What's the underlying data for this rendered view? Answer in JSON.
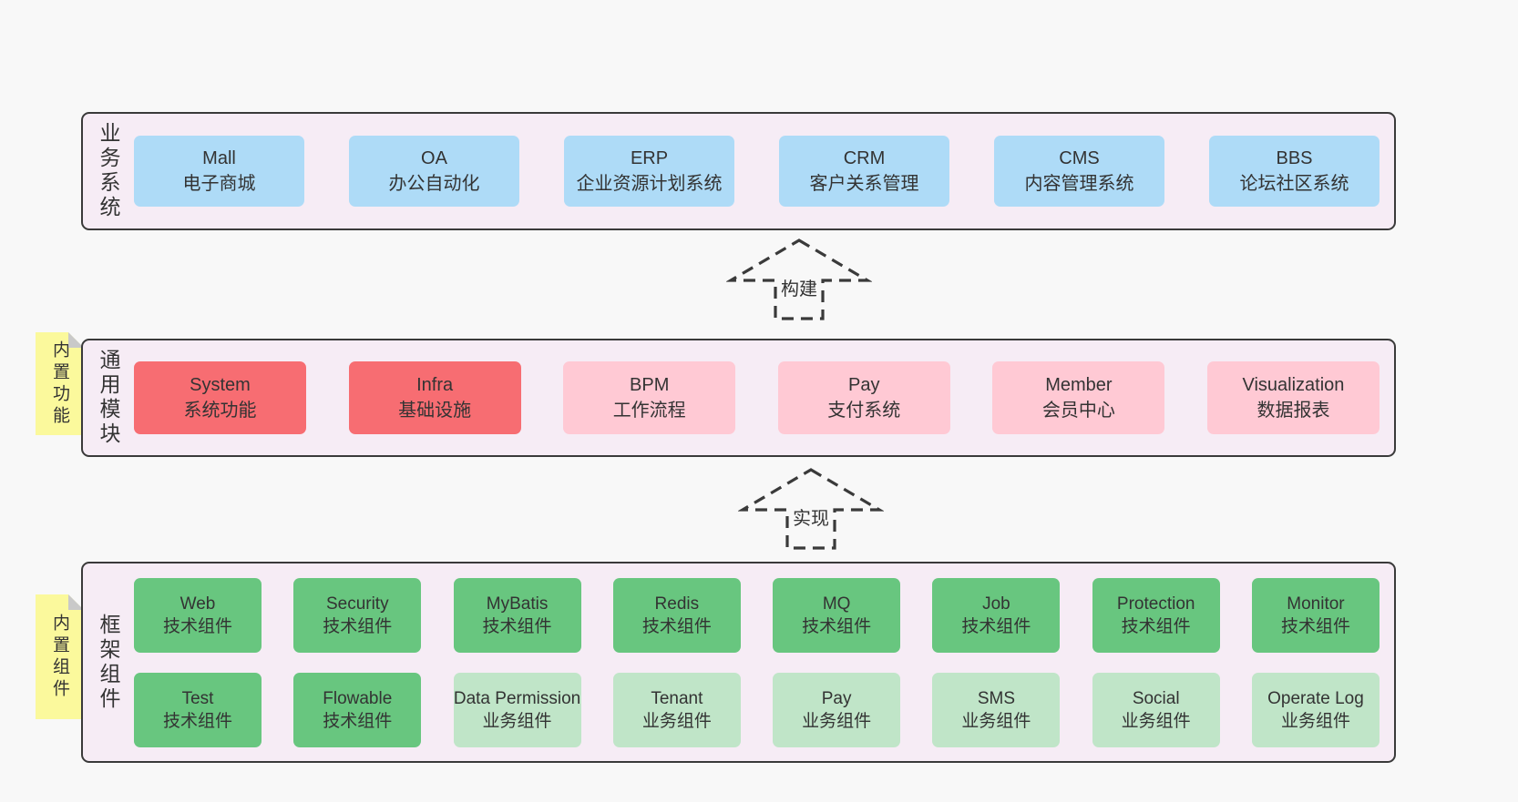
{
  "palette": {
    "page-bg": "#f8f8f8",
    "panel-bg": "#f6ecf5",
    "panel-border": "#3a3a3a",
    "blue": "#aedbf7",
    "red": "#f76d72",
    "pink": "#ffc9d4",
    "green": "#68c67f",
    "lightgreen": "#c0e5c8",
    "note-bg": "#fbf99c",
    "note-fold": "#c9c9c9",
    "text": "#333333"
  },
  "notes": {
    "modules": "内置功能",
    "components": "内置组件"
  },
  "arrows": [
    {
      "label": "构建"
    },
    {
      "label": "实现"
    }
  ],
  "layers": {
    "business": {
      "label": "业务系统",
      "boxes": [
        {
          "name": "Mall",
          "desc": "电子商城",
          "variant": "blue"
        },
        {
          "name": "OA",
          "desc": "办公自动化",
          "variant": "blue"
        },
        {
          "name": "ERP",
          "desc": "企业资源计划系统",
          "variant": "blue"
        },
        {
          "name": "CRM",
          "desc": "客户关系管理",
          "variant": "blue"
        },
        {
          "name": "CMS",
          "desc": "内容管理系统",
          "variant": "blue"
        },
        {
          "name": "BBS",
          "desc": "论坛社区系统",
          "variant": "blue"
        }
      ]
    },
    "modules": {
      "label": "通用模块",
      "boxes": [
        {
          "name": "System",
          "desc": "系统功能",
          "variant": "red"
        },
        {
          "name": "Infra",
          "desc": "基础设施",
          "variant": "red"
        },
        {
          "name": "BPM",
          "desc": "工作流程",
          "variant": "pink"
        },
        {
          "name": "Pay",
          "desc": "支付系统",
          "variant": "pink"
        },
        {
          "name": "Member",
          "desc": "会员中心",
          "variant": "pink"
        },
        {
          "name": "Visualization",
          "desc": "数据报表",
          "variant": "pink"
        }
      ]
    },
    "components": {
      "label": "框架组件",
      "rows": [
        [
          {
            "name": "Web",
            "desc": "技术组件",
            "variant": "green"
          },
          {
            "name": "Security",
            "desc": "技术组件",
            "variant": "green"
          },
          {
            "name": "MyBatis",
            "desc": "技术组件",
            "variant": "green"
          },
          {
            "name": "Redis",
            "desc": "技术组件",
            "variant": "green"
          },
          {
            "name": "MQ",
            "desc": "技术组件",
            "variant": "green"
          },
          {
            "name": "Job",
            "desc": "技术组件",
            "variant": "green"
          },
          {
            "name": "Protection",
            "desc": "技术组件",
            "variant": "green"
          },
          {
            "name": "Monitor",
            "desc": "技术组件",
            "variant": "green"
          }
        ],
        [
          {
            "name": "Test",
            "desc": "技术组件",
            "variant": "green"
          },
          {
            "name": "Flowable",
            "desc": "技术组件",
            "variant": "green"
          },
          {
            "name": "Data Permission",
            "desc": "业务组件",
            "variant": "lightgreen"
          },
          {
            "name": "Tenant",
            "desc": "业务组件",
            "variant": "lightgreen"
          },
          {
            "name": "Pay",
            "desc": "业务组件",
            "variant": "lightgreen"
          },
          {
            "name": "SMS",
            "desc": "业务组件",
            "variant": "lightgreen"
          },
          {
            "name": "Social",
            "desc": "业务组件",
            "variant": "lightgreen"
          },
          {
            "name": "Operate Log",
            "desc": "业务组件",
            "variant": "lightgreen"
          }
        ]
      ]
    }
  }
}
